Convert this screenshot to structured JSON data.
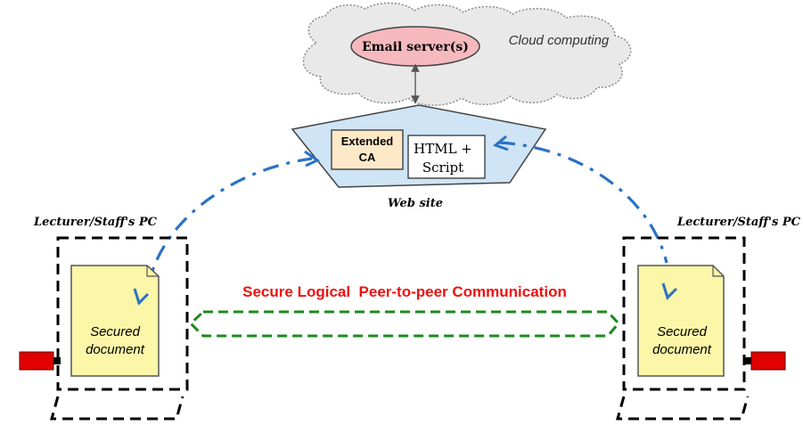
{
  "cloud": {
    "label": "Cloud computing",
    "email_server": "Email server(s)"
  },
  "website": {
    "label": "Web site",
    "extended_ca_line1": "Extended",
    "extended_ca_line2": "CA",
    "html_line1": "HTML +",
    "html_line2": "Script",
    "fill_color": "#cfe4f5"
  },
  "left_pc": {
    "label": "Lecturer/Staff's PC",
    "doc_line1": "Secured",
    "doc_line2": "document"
  },
  "right_pc": {
    "label": "Lecturer/Staff's PC",
    "doc_line1": "Secured",
    "doc_line2": "document"
  },
  "communication": {
    "label": "Secure Logical  Peer-to-peer Communication",
    "label_color": "#ee1111",
    "arrow_color": "#1e8a1e"
  },
  "colors": {
    "flow_blue": "#2a72c4",
    "doc_fill": "#fbf6a8",
    "email_fill": "#f6b9bd",
    "token_red": "#e00000",
    "cloud_fill": "#e9e9e9"
  }
}
